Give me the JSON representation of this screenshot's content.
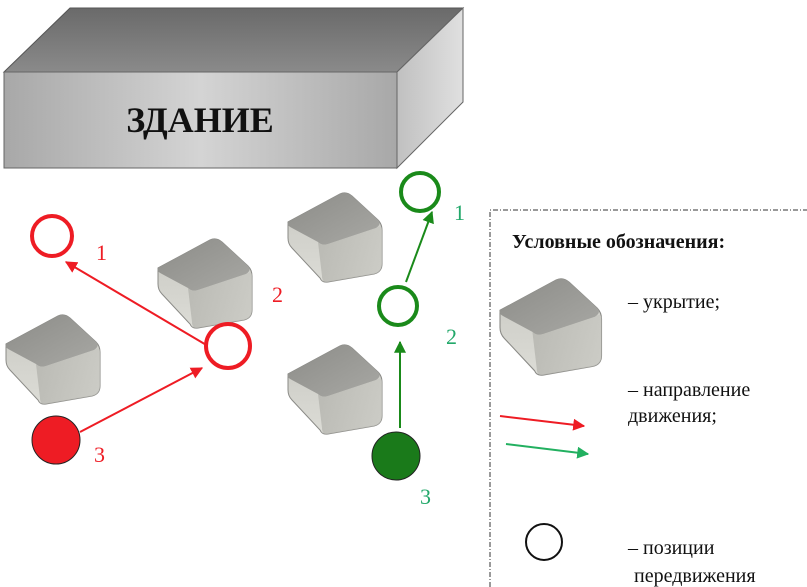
{
  "building": {
    "label": "ЗДАНИЕ"
  },
  "red_group": {
    "color": "#ee1c24",
    "labels": [
      "1",
      "2",
      "3"
    ]
  },
  "green_group": {
    "color": "#1a8a1a",
    "text_color": "#22a86a",
    "labels": [
      "1",
      "2",
      "3"
    ]
  },
  "legend": {
    "title": "Условные обозначения:",
    "cover_text": "– укрытие;",
    "direction_text_line1": "– направление",
    "direction_text_line2": "движения;",
    "position_text_line1": "– позиции",
    "position_text_line2": "передвижения"
  }
}
